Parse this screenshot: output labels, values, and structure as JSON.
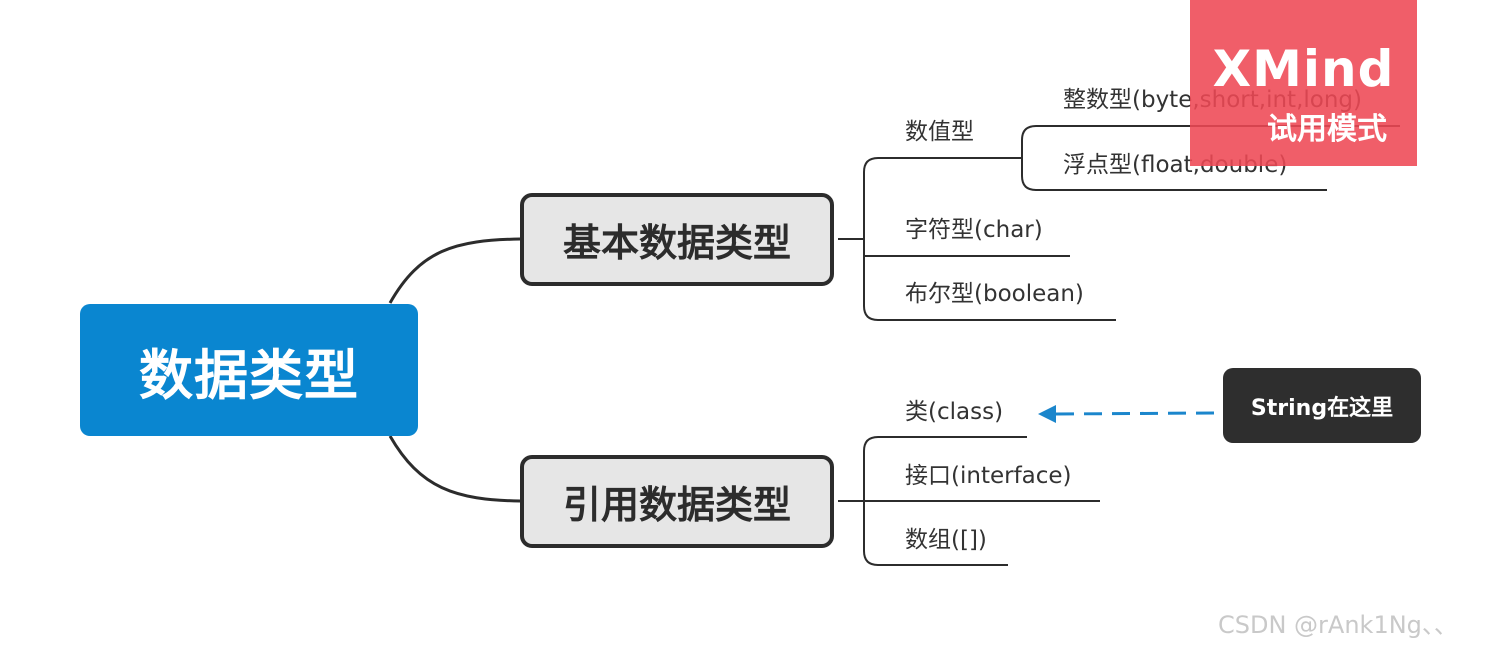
{
  "root": {
    "label": "数据类型"
  },
  "branches": {
    "basic": {
      "label": "基本数据类型",
      "children": {
        "numeric": {
          "label": "数值型",
          "children": {
            "integer": "整数型(byte,short,int,long)",
            "float": "浮点型(float,double)"
          }
        },
        "char": "字符型(char)",
        "boolean": "布尔型(boolean)"
      }
    },
    "ref": {
      "label": "引用数据类型",
      "children": {
        "class": "类(class)",
        "interface": "接口(interface)",
        "array": "数组([])"
      }
    }
  },
  "callout": {
    "label": "String在这里"
  },
  "watermark": {
    "title": "XMind",
    "subtitle": "试用模式"
  },
  "footer": {
    "text": "CSDN @rAnk1Ng、、"
  },
  "colors": {
    "root_fill": "#0a86d0",
    "branch_fill": "#e6e6e6",
    "branch_border": "#2c2c2c",
    "callout_fill": "#2e2e2e",
    "arrow": "#1b86cc",
    "watermark": "#ee4854"
  }
}
